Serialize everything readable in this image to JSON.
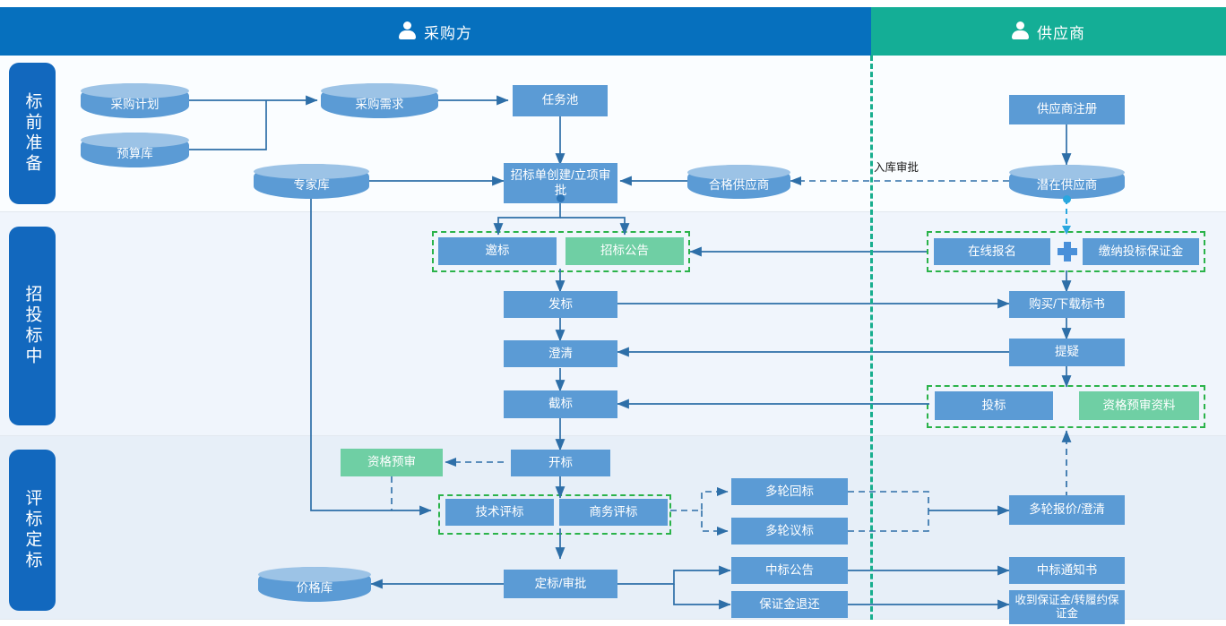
{
  "lanes": {
    "buyer": {
      "title": "采购方",
      "icon": "person-icon",
      "color": "#0670BE"
    },
    "supplier": {
      "title": "供应商",
      "icon": "person-icon",
      "color": "#14AE96"
    }
  },
  "stages": [
    {
      "id": "pre",
      "label": "标前准备"
    },
    {
      "id": "bid",
      "label": "招投标中"
    },
    {
      "id": "eval",
      "label": "评标定标"
    }
  ],
  "edge_labels": {
    "warehouse_approval": "入库审批"
  },
  "nodes": {
    "purchase_plan": "采购计划",
    "budget_db": "预算库",
    "purchase_demand": "采购需求",
    "task_pool": "任务池",
    "expert_db": "专家库",
    "tender_create": "招标单创建/立项审批",
    "qualified_supplier": "合格供应商",
    "supplier_register": "供应商注册",
    "potential_supplier": "潜在供应商",
    "invite_bid": "邀标",
    "tender_notice": "招标公告",
    "online_signup": "在线报名",
    "pay_deposit": "缴纳投标保证金",
    "issue_bid": "发标",
    "buy_download_doc": "购买/下载标书",
    "clarify": "澄清",
    "query": "提疑",
    "close_bid": "截标",
    "submit_bid": "投标",
    "prequal_docs": "资格预审资料",
    "prequalification": "资格预审",
    "open_bid": "开标",
    "tech_eval": "技术评标",
    "business_eval": "商务评标",
    "multi_round_return": "多轮回标",
    "multi_round_negotiate": "多轮议标",
    "multi_round_quote": "多轮报价/澄清",
    "award_approval": "定标/审批",
    "price_db": "价格库",
    "award_notice": "中标公告",
    "deposit_refund": "保证金退还",
    "award_letter": "中标通知书",
    "deposit_received": "收到保证金/转履约保证金"
  },
  "colors": {
    "node_blue": "#5B9BD5",
    "node_green": "#6FCFA4",
    "group_dash_green": "#2BB34A",
    "buyer_header": "#0670BE",
    "supplier_header": "#14AE96",
    "stage_pill": "#1268BE",
    "connector": "#2E6FA8"
  }
}
